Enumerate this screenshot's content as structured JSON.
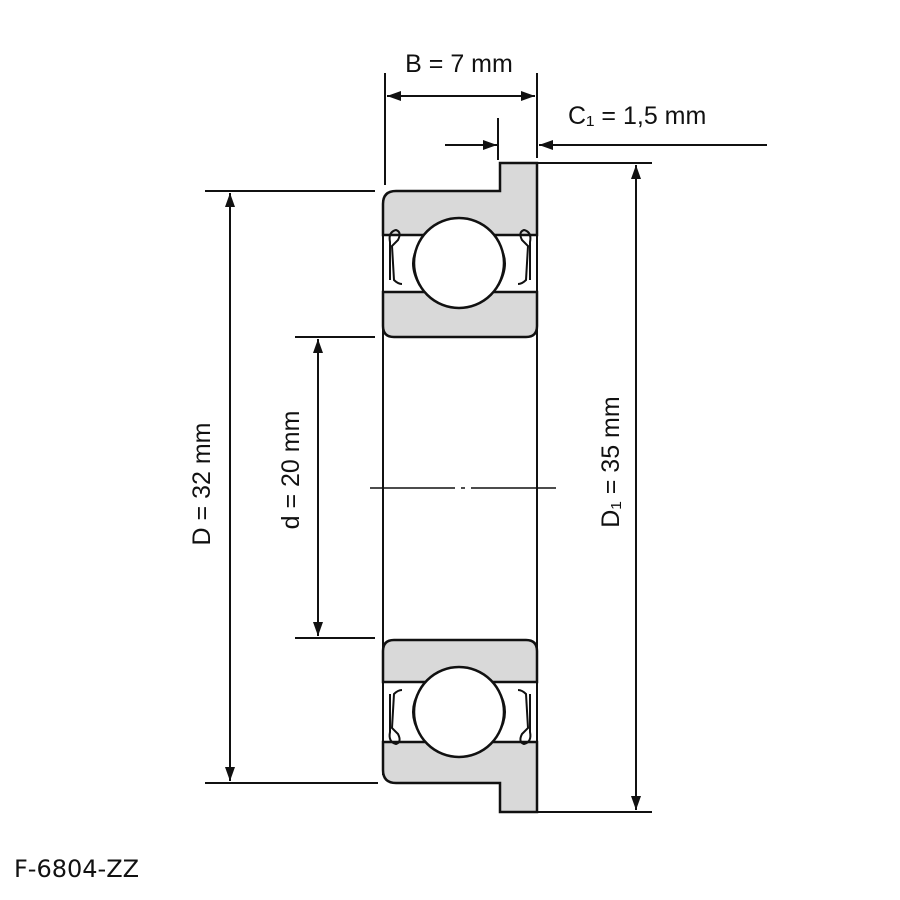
{
  "product": {
    "name": "F-6804-ZZ"
  },
  "dimensions": {
    "B": "B = 7 mm",
    "C1": "C₁ = 1,5 mm",
    "D": "D = 32 mm",
    "d": "d = 20 mm",
    "D1": "D₁ = 35 mm"
  },
  "colors": {
    "ring_fill": "#d9d9d9",
    "line": "#111111"
  }
}
